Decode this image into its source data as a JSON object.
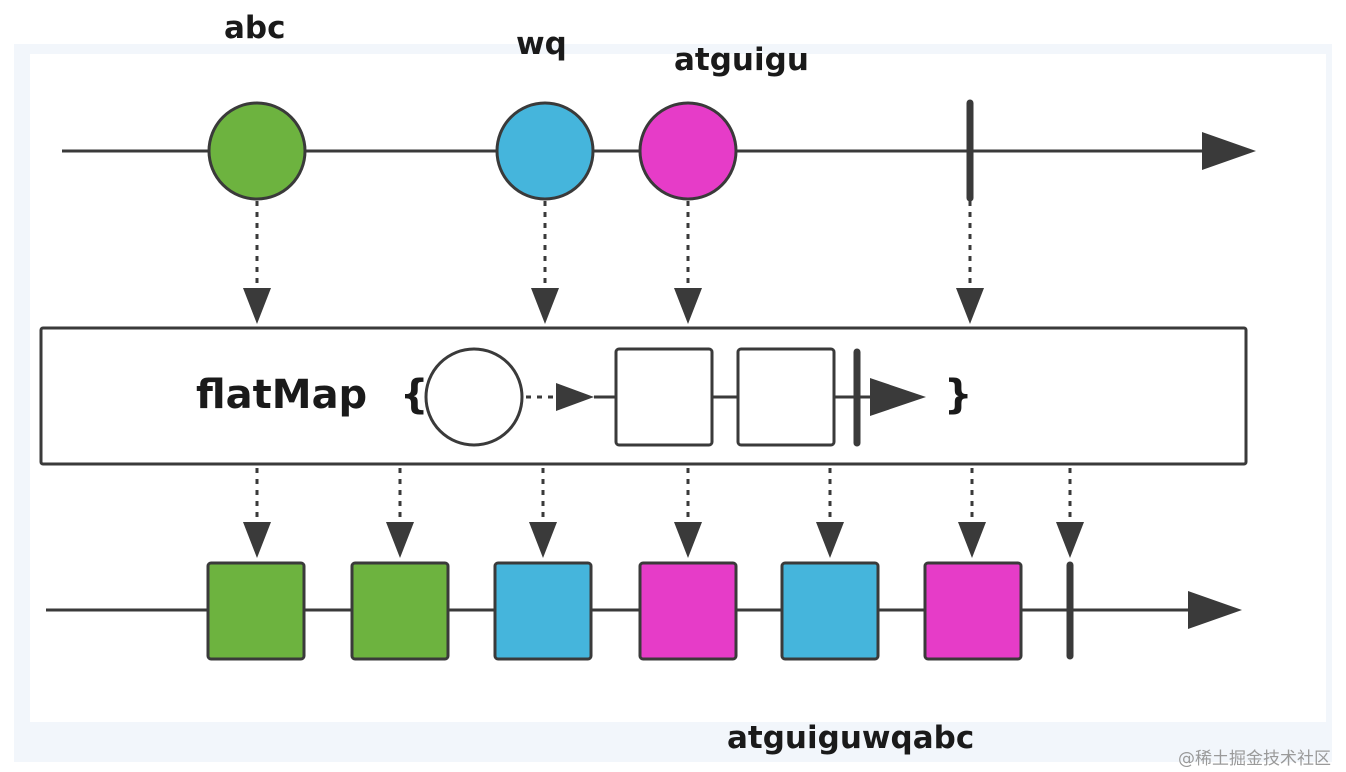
{
  "diagram": {
    "operator": "flatMap",
    "brace_open": "{",
    "brace_close": "}"
  },
  "inputs": [
    {
      "label": "abc",
      "color": "#6db33f"
    },
    {
      "label": "wq",
      "color": "#45b5dc"
    },
    {
      "label": "atguigu",
      "color": "#e63cc8"
    }
  ],
  "output_label": "atguiguwqabc",
  "outputs": [
    {
      "color": "#6db33f"
    },
    {
      "color": "#6db33f"
    },
    {
      "color": "#45b5dc"
    },
    {
      "color": "#e63cc8"
    },
    {
      "color": "#45b5dc"
    },
    {
      "color": "#e63cc8"
    }
  ],
  "colors": {
    "line": "#3a3a3a",
    "panel_bg": "#f2f6fb",
    "panel_inner": "#ffffff",
    "box_fill": "#ffffff"
  },
  "watermark": "@稀土掘金技术社区"
}
